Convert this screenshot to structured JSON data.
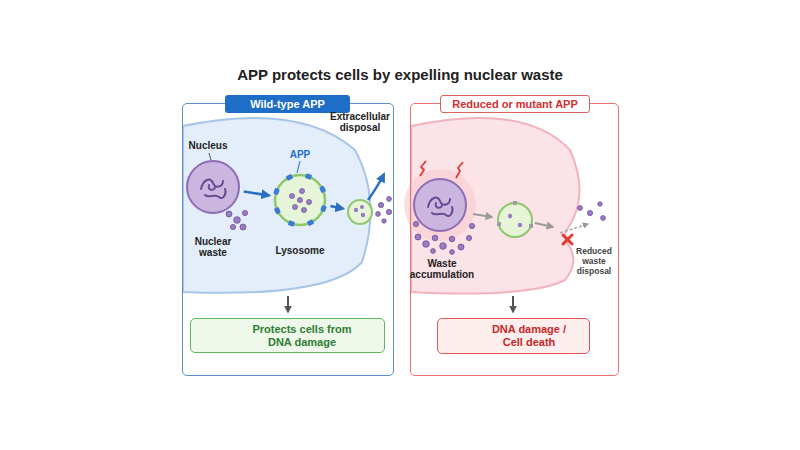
{
  "diagram": {
    "title": "APP protects cells by expelling nuclear waste",
    "nodes": [
      {
        "text": [
          "Wild-type APP"
        ]
      },
      {
        "text": [
          "Nucleus"
        ],
        "in": 0
      },
      {
        "text": [
          "Lysosome"
        ],
        "in": 0
      },
      {
        "text": [
          "Extracellular disposal"
        ],
        "in": 0
      },
      {
        "text": [
          "Protects cells from DNA damage"
        ],
        "in": 0
      },
      {
        "text": [
          "Reduced or mutant APP"
        ]
      },
      {
        "text": [
          "Waste accumulation"
        ],
        "in": 5
      },
      {
        "text": [
          "DNA damage / Cell death"
        ],
        "in": 5
      }
    ],
    "edges": [
      {
        "from": 1,
        "to": 2,
        "arrow": "to"
      },
      {
        "from": 2,
        "to": 3,
        "arrow": "to"
      }
    ],
    "labels": [
      "APP",
      "Nuclear waste",
      "Reduced waste disposal"
    ]
  }
}
